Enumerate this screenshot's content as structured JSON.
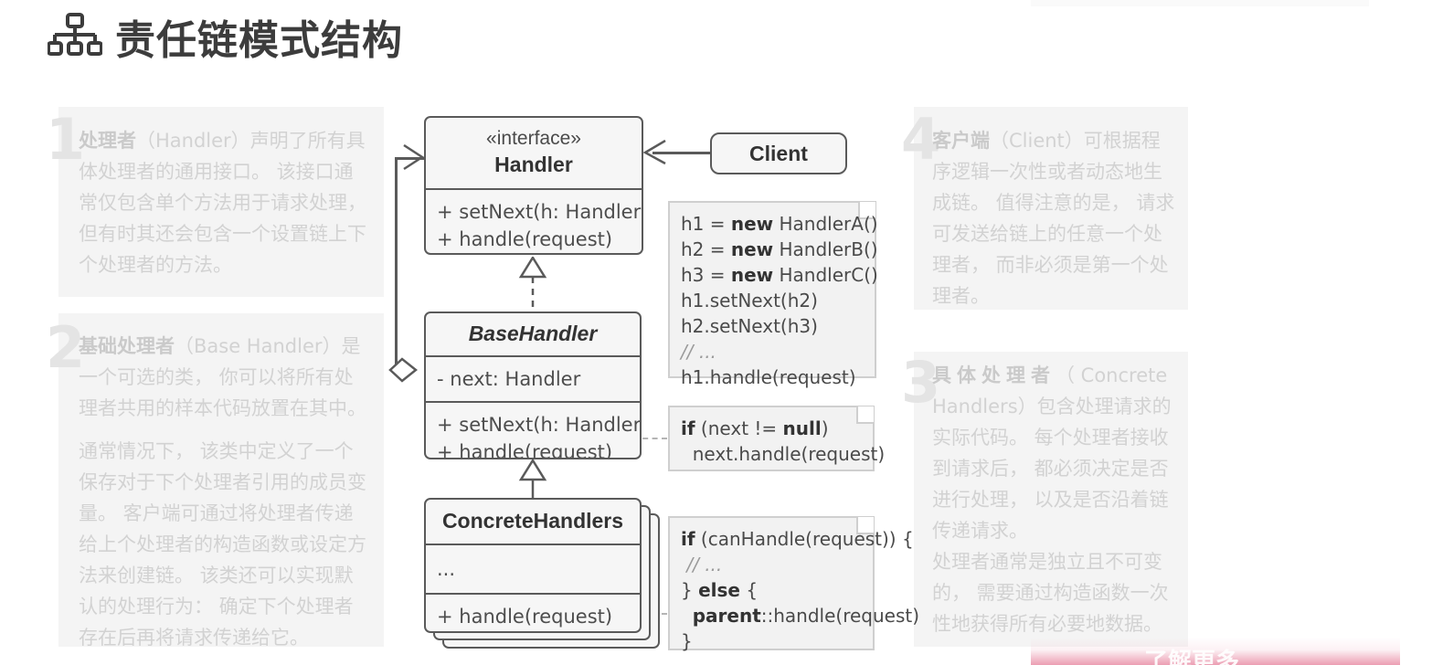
{
  "header": {
    "title": "责任链模式结构",
    "icon": "org-chart-icon"
  },
  "panels": [
    {
      "number": "1",
      "term": "处理者",
      "term_en": "（Handler）",
      "body": "声明了所有具体处理者的通用接口。 该接口通常仅包含单个方法用于请求处理， 但有时其还会包含一个设置链上下个处理者的方法。"
    },
    {
      "number": "2",
      "term": "基础处理者",
      "term_en": "（Base Handler）",
      "body": "是一个可选的类， 你可以将所有处理者共用的样本代码放置在其中。",
      "body2": "通常情况下， 该类中定义了一个保存对于下个处理者引用的成员变量。 客户端可通过将处理者传递给上个处理者的构造函数或设定方法来创建链。 该类还可以实现默认的处理行为： 确定下个处理者存在后再将请求传递给它。"
    },
    {
      "number": "3",
      "term": "具体处理者",
      "term_en": "（ Concrete Handlers）",
      "body": "包含处理请求的实际代码。 每个处理者接收到请求后， 都必须决定是否进行处理， 以及是否沿着链传递请求。",
      "body2": "处理者通常是独立且不可变的， 需要通过构造函数一次性地获得所有必要地数据。"
    },
    {
      "number": "4",
      "term": "客户端",
      "term_en": "（Client）",
      "body": "可根据程序逻辑一次性或者动态地生成链。 值得注意的是， 请求可发送给链上的任意一个处理者， 而非必须是第一个处理者。"
    }
  ],
  "uml": {
    "handler": {
      "stereotype": "«interface»",
      "name": "Handler",
      "methods": [
        "+ setNext(h: Handler)",
        "+ handle(request)"
      ]
    },
    "base_handler": {
      "name": "BaseHandler",
      "fields": [
        "- next: Handler"
      ],
      "methods": [
        "+ setNext(h: Handler)",
        "+ handle(request)"
      ]
    },
    "concrete_handlers": {
      "name": "ConcreteHandlers",
      "fields": [
        "..."
      ],
      "methods": [
        "+ handle(request)"
      ]
    },
    "client": {
      "name": "Client"
    }
  },
  "notes": {
    "client_code": [
      {
        "plain": "h1 = ",
        "bold": "new",
        "tail": " HandlerA()"
      },
      {
        "plain": "h2 = ",
        "bold": "new",
        "tail": " HandlerB()"
      },
      {
        "plain": "h3 = ",
        "bold": "new",
        "tail": " HandlerC()"
      },
      {
        "plain": "h1.setNext(h2)",
        "bold": "",
        "tail": ""
      },
      {
        "plain": "h2.setNext(h3)",
        "bold": "",
        "tail": ""
      },
      {
        "plain": "",
        "bold": "",
        "tail": "",
        "comment": "// ..."
      },
      {
        "plain": "h1.handle(request)",
        "bold": "",
        "tail": ""
      }
    ],
    "base_code": [
      {
        "bold": "if",
        "plain": " (next != ",
        "boldEnd": "null",
        "tail": ")"
      },
      {
        "plain": "  next.handle(request)",
        "bold": "",
        "tail": ""
      }
    ],
    "concrete_code": [
      {
        "bold": "if",
        "plain": " (canHandle(request)) {",
        "tail": ""
      },
      {
        "comment": " // ..."
      },
      {
        "plain": "} ",
        "bold": "else",
        "tail": " {"
      },
      {
        "plain": "  ",
        "bold": "parent",
        "tail": "::handle(request)"
      },
      {
        "plain": "}",
        "bold": "",
        "tail": ""
      }
    ]
  },
  "banner": {
    "text": "了解更多……"
  },
  "colors": {
    "title": "#3c3c3c",
    "panel_bg": "#f4f4f4",
    "panel_text": "#d2d2d2",
    "uml_border": "#5a5a5a",
    "uml_fill": "#f6f6f6",
    "note_fill": "#f2f2f2",
    "note_border": "#cfcfcf",
    "banner_accent": "#e88ca5"
  }
}
